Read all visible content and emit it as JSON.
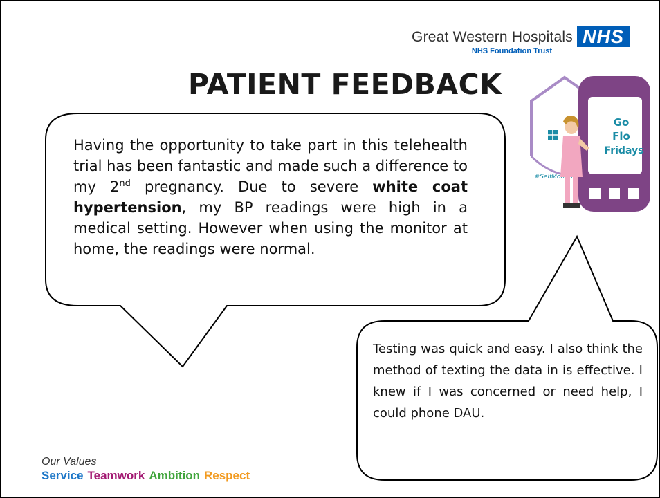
{
  "organisation": {
    "name": "Great Western Hospitals",
    "subtitle": "NHS Foundation Trust",
    "logo_text": "NHS",
    "logo_color": "#005eb8"
  },
  "title": "PATIENT FEEDBACK",
  "feedback": [
    {
      "before_sup": "Having the opportunity to take part in this telehealth trial has been fantastic and made such a difference  to my 2",
      "sup": "nd",
      "after_sup": " pregnancy. Due to severe ",
      "bold": "white coat hypertension",
      "end": ", my BP readings were high in a medical setting. However when using the monitor at home, the readings were normal."
    },
    {
      "text": "Testing was quick and easy. I also think the method of texting the data in is effective. I knew if I was concerned or need help, I could phone DAU."
    }
  ],
  "campaign": {
    "line1": "Go",
    "line2": "Flo",
    "line3": "Fridays",
    "hashtag": "#SelfMonitor",
    "accent": "#8b4a90"
  },
  "values": {
    "heading": "Our Values",
    "items": [
      {
        "label": "Service",
        "color": "#1f78c8"
      },
      {
        "label": "Teamwork",
        "color": "#a31a73"
      },
      {
        "label": "Ambition",
        "color": "#41a53c"
      },
      {
        "label": "Respect",
        "color": "#f29a1f"
      }
    ]
  }
}
